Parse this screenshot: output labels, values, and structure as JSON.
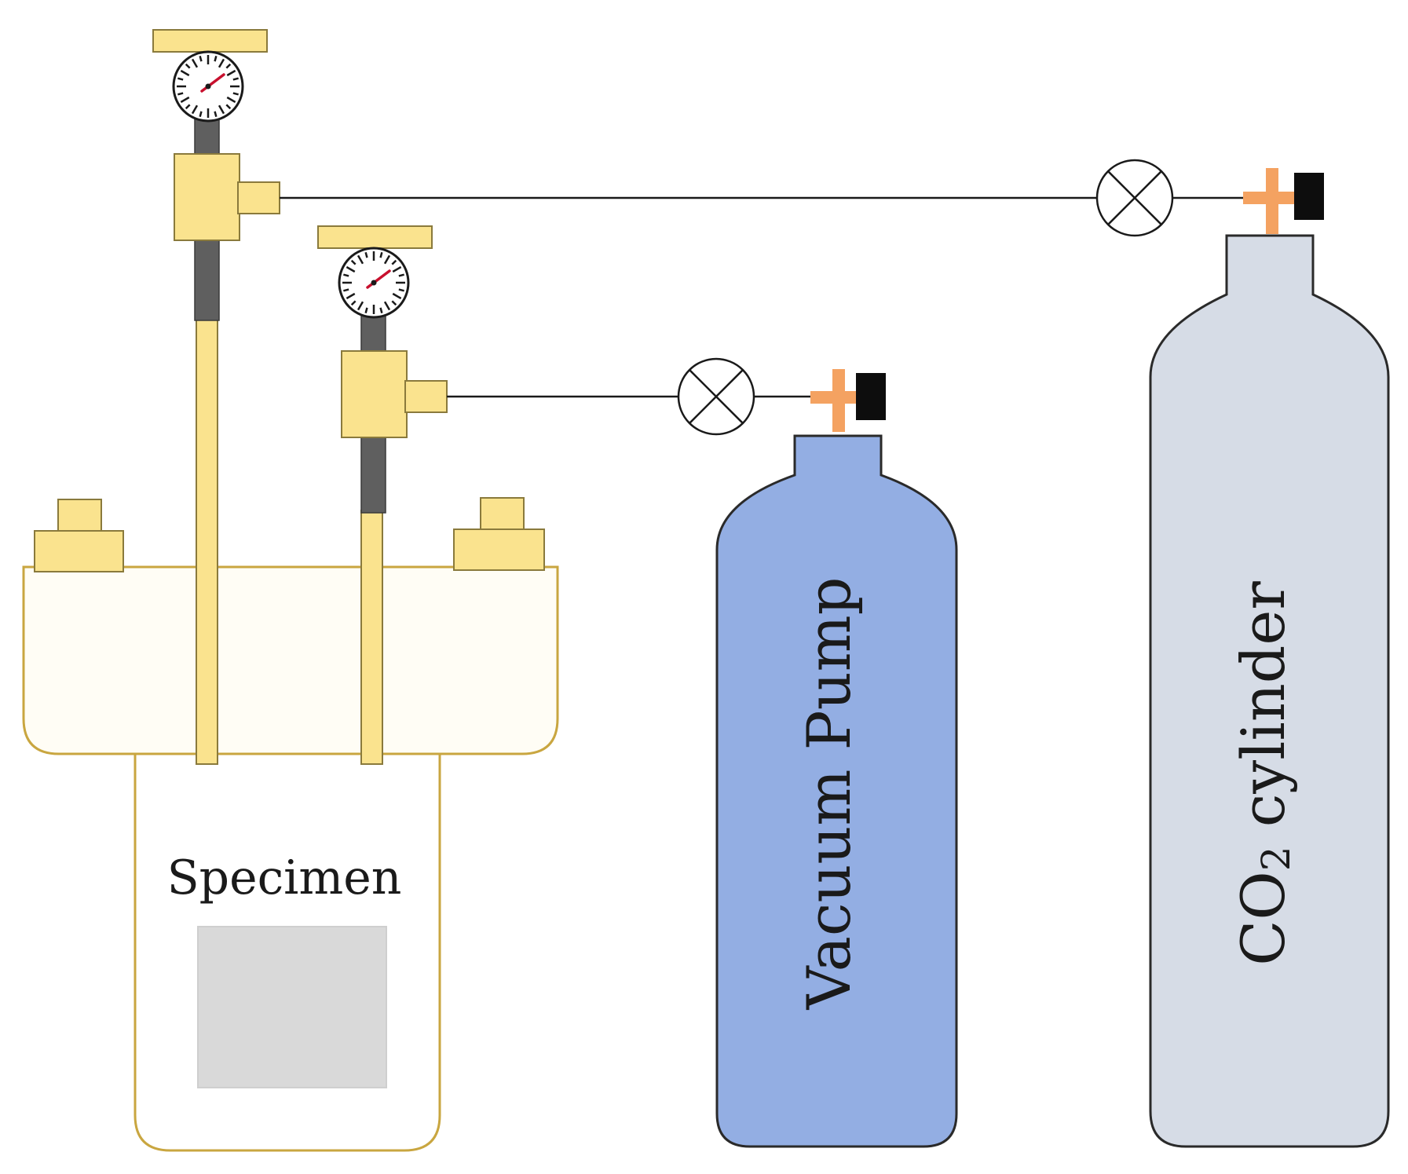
{
  "labels": {
    "specimen": "Specimen",
    "vacuum_pump": "Vacuum Pump",
    "co2_main": "CO",
    "co2_sub": "2",
    "co2_rest": " cylinder"
  },
  "colors": {
    "fitting_fill": "#fae38e",
    "fitting_stroke": "#8a7a3c",
    "chamber_stroke": "#c9a640",
    "stem_dark": "#5f5f5f",
    "specimen_fill": "#d9d9d9",
    "vacuum_fill": "#93aee3",
    "co2_fill": "#d6dce6",
    "valve_orange": "#f4a261",
    "cap_black": "#0d0d0d",
    "gauge_needle": "#c8102e"
  },
  "icons": [
    "pressure-gauge-icon",
    "valve-icon",
    "cylinder-valve-icon"
  ]
}
